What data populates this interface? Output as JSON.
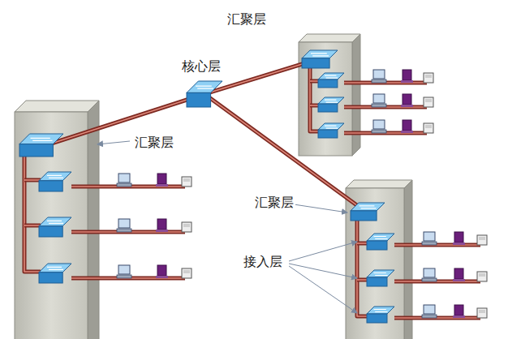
{
  "diagram": {
    "labels": [
      "汇聚层",
      "核心层",
      "汇聚层",
      "汇聚层",
      "接入层"
    ]
  }
}
